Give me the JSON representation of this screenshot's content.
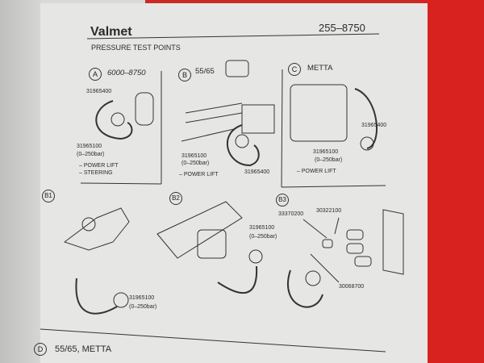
{
  "header": {
    "brand": "Valmet",
    "doc_number": "255–8750",
    "section_title": "PRESSURE TEST POINTS"
  },
  "panels": {
    "A": {
      "marker": "A",
      "title": "6000–8750",
      "part_hose": "31965400",
      "part_gauge": "31965100",
      "gauge_range": "(0–250bar)",
      "uses": [
        "– POWER LIFT",
        "– STEERING"
      ]
    },
    "B": {
      "marker": "B",
      "title": "55/65",
      "part_gauge": "31965100",
      "gauge_range": "(0–250bar)",
      "part_hose": "31965400",
      "uses": [
        "– POWER LIFT"
      ]
    },
    "C": {
      "marker": "C",
      "title": "METTA",
      "part_hose": "31965400",
      "part_gauge": "31965100",
      "gauge_range": "(0–250bar)",
      "uses": [
        "– POWER LIFT"
      ]
    },
    "B1": {
      "marker": "B1",
      "part_gauge": "31965100",
      "gauge_range": "(0–250bar)"
    },
    "B2": {
      "marker": "B2",
      "part_gauge": "31965100",
      "gauge_range": "(0–250bar)"
    },
    "B3": {
      "marker": "B3",
      "parts": [
        "33370200",
        "30322100",
        "30068700"
      ]
    },
    "D": {
      "marker": "D",
      "title": "55/65, METTA"
    }
  },
  "colors": {
    "paper": "#e6e7e4",
    "ink": "#2a2a2a",
    "binder": "#d8221f"
  }
}
